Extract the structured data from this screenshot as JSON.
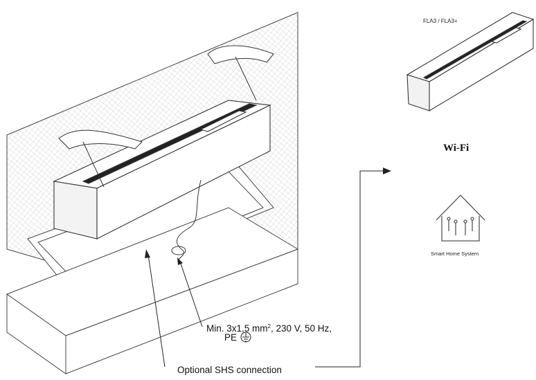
{
  "labels": {
    "model": "FLA3 / FLA3+",
    "wifi": "Wi-Fi",
    "smart_home": "Smart Home System",
    "power_spec_prefix": "Min. 3x1,5 mm",
    "power_spec_sup": "2",
    "power_spec_suffix": ", 230 V, 50 Hz,",
    "pe": "PE",
    "optional_connection": "Optional SHS connection"
  },
  "icons": [
    "hands-icon",
    "wifi-house-icon",
    "ground-symbol-icon",
    "arrow-icon"
  ],
  "colors": {
    "line": "#333333",
    "hatch": "#c9c9c9",
    "fill": "#ffffff"
  }
}
